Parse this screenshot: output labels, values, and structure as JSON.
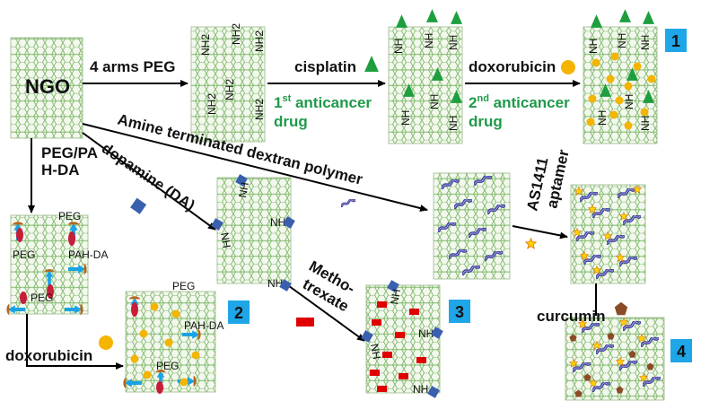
{
  "colors": {
    "graphene_bg": "#f3f8ee",
    "graphene_line": "#7fb86a",
    "cisplatin": "#1e9e3e",
    "doxorubicin": "#f4b400",
    "dopamine": "#3a5fae",
    "methotrexate": "#e00000",
    "dextran": "#3f3f99",
    "aptamer": "#ffd400",
    "curcumin": "#8a4b26",
    "peg_arrow": "#19a3e5",
    "peg_ribbon": "#c81d3a",
    "num_box": "#1ea6e8",
    "green_text": "#1f9a4a"
  },
  "labels": {
    "ngo": "NGO",
    "four_arms_peg": "4 arms PEG",
    "cisplatin": "cisplatin",
    "first_sup": "st",
    "first_pre": "1",
    "first_rest": " anticancer",
    "drug1": "drug",
    "doxorubicin_top": "doxorubicin",
    "second_pre": "2",
    "second_sup": "nd",
    "second_rest": " anticancer",
    "drug2": "drug",
    "amine_dextran": "Amine terminated dextran polymer",
    "dopamine": "dopamine (DA)",
    "pegpa": "PEG/PA",
    "hda": "H-DA",
    "as1411": "AS1411",
    "aptamer": "aptamer",
    "methotrexate_1": "Metho-",
    "methotrexate_2": "trexate",
    "curcumin": "curcumin",
    "doxorubicin_bottom": "doxorubicin",
    "peg": "PEG",
    "pah_da": "PAH-DA",
    "nh2": "NH2",
    "nh": "NH"
  },
  "numbers": {
    "one": "1",
    "two": "2",
    "three": "3",
    "four": "4"
  }
}
